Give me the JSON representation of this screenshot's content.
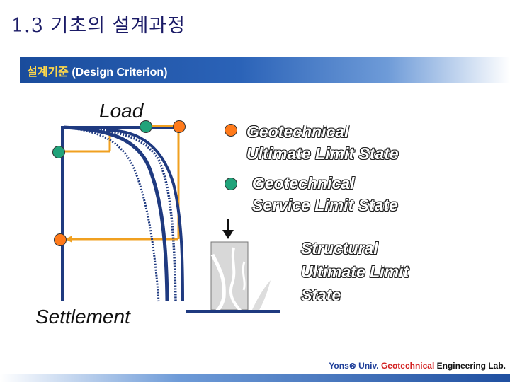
{
  "title": "1.3 기초의 설계과정",
  "banner": {
    "korean": "설계기준",
    "english": " (Design Criterion)"
  },
  "diagram": {
    "load_label": "Load",
    "settlement_label": "Settlement",
    "legend": [
      {
        "line1": "Geotechnical",
        "line2": "Ultimate Limit State",
        "color": "#ff7a1a"
      },
      {
        "line1": "Geotechnical",
        "line2": "Service Limit State",
        "color": "#21a37a"
      }
    ],
    "structural_label": [
      "Structural",
      "Ultimate Limit",
      "State"
    ]
  },
  "footer": {
    "university": "Yons",
    "symbol": "⊗",
    "univ": " Univ. ",
    "geotechnical": "Geotechnical",
    "lab": " Engineering Lab."
  }
}
